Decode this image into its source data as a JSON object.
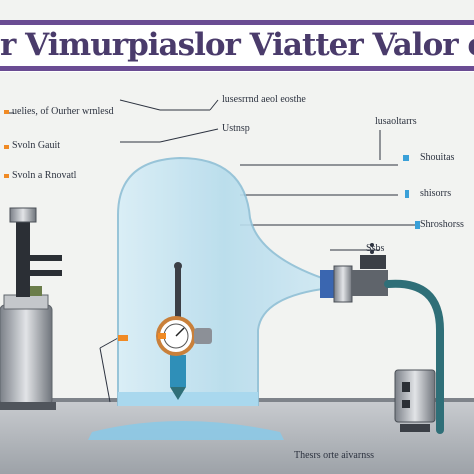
{
  "title": "r Vimurpiaslor Viatter Valor of ta",
  "labels": {
    "top_left": "uelies, of Ourher wrnlesd",
    "top_center": "lusesrrnd aeol eosthe",
    "mid_center": "Ustnsp",
    "top_right": "lusaoltarrs",
    "right_1": "Shouitas",
    "right_2": "shisorrs",
    "right_3": "Shroshorss",
    "right_4": "Ssbs",
    "bottom_center": "Thesrs orte aivarnss",
    "left_1": "Svoln Gauit",
    "left_2": "Svoln a Rnovatl"
  },
  "colors": {
    "accent": "#6a4c93",
    "glass": "#bfe0ee",
    "water": "#8cc9e6",
    "hose": "#2f6f78",
    "orange": "#f08a24"
  }
}
